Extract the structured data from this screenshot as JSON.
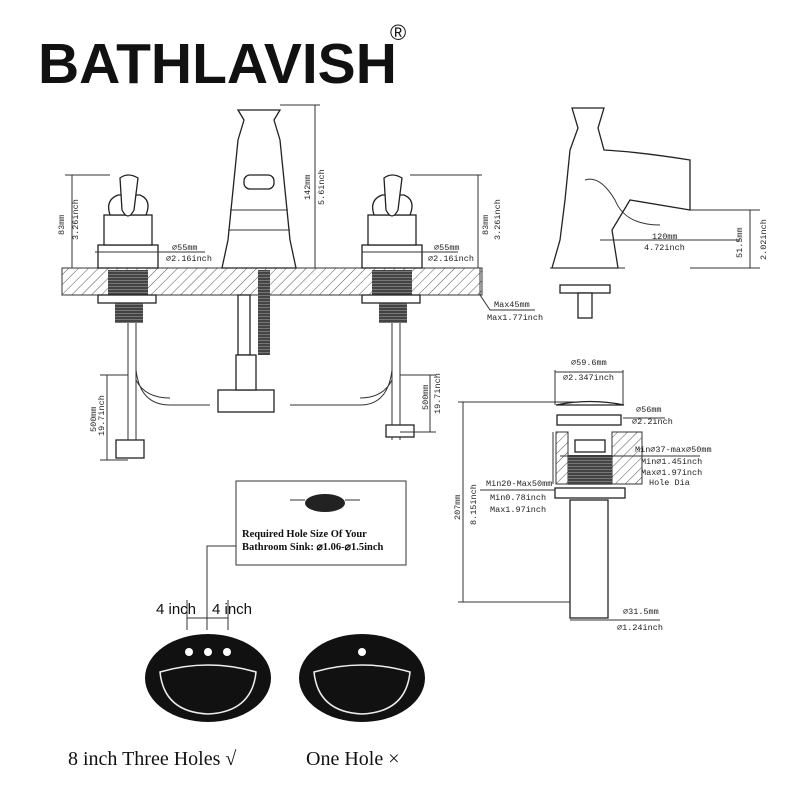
{
  "brand": {
    "name": "BATHLAVISH",
    "registered_mark": "®"
  },
  "front_view": {
    "left_handle_height_mm": "83mm",
    "left_handle_height_in": "3.26inch",
    "spout_height_mm": "142mm",
    "spout_height_in": "5.6inch",
    "right_handle_height_mm": "83mm",
    "right_handle_height_in": "3.26inch",
    "left_base_dia_mm": "⌀55mm",
    "left_base_dia_in": "⌀2.16inch",
    "right_base_dia_mm": "⌀55mm",
    "right_base_dia_in": "⌀2.16inch",
    "deck_thickness_mm": "Max45mm",
    "deck_thickness_in": "Max1.77inch",
    "left_hose_mm": "500mm",
    "left_hose_in": "19.7inch",
    "right_hose_mm": "500mm",
    "right_hose_in": "19.7inch"
  },
  "side_view": {
    "reach_mm": "120mm",
    "reach_in": "4.72inch",
    "spout_clearance_mm": "51.5mm",
    "spout_clearance_in": "2.02inch"
  },
  "drain": {
    "cap_dia_mm": "⌀59.6mm",
    "cap_dia_in": "⌀2.347inch",
    "flange_dia_mm": "⌀56mm",
    "flange_dia_in": "⌀2.2inch",
    "hole_range_mm": "Min⌀37-max⌀50mm",
    "hole_min_in": "Min⌀1.45inch",
    "hole_max_in": "Max⌀1.97inch",
    "hole_label": "Hole Dia",
    "thickness_mm": "Min20-Max50mm",
    "thickness_min_in": "Min0.78inch",
    "thickness_max_in": "Max1.97inch",
    "total_height_mm": "207mm",
    "total_height_in": "8.15inch",
    "pipe_dia_mm": "⌀31.5mm",
    "pipe_dia_in": "⌀1.24inch"
  },
  "hole_note": {
    "line1": "Required Hole Size Of Your",
    "line2": "Bathroom Sink: ⌀1.06-⌀1.5inch"
  },
  "spacing": {
    "left": "4 inch",
    "right": "4 inch"
  },
  "captions": {
    "three_holes": "8 inch Three Holes √",
    "one_hole": "One Hole ×"
  }
}
